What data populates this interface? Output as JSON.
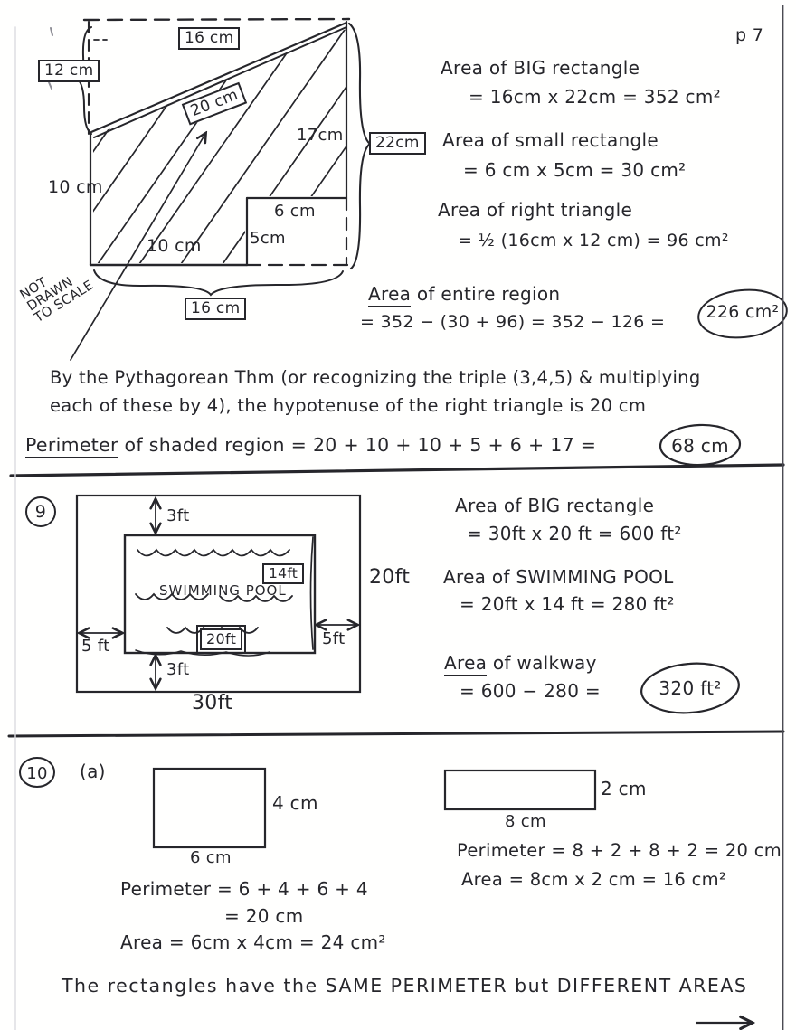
{
  "page_label": "p 7",
  "problem8": {
    "diagram": {
      "top_width": "16 cm",
      "left_height": "12 cm",
      "hypotenuse": "20 cm",
      "diagonal_17": "17cm",
      "right_height": "22cm",
      "left_lower": "10 cm",
      "notch_top": "6 cm",
      "notch_side": "5cm",
      "bottom_inner": "10 cm",
      "bottom_width": "16 cm",
      "note": "NOT\nDRAWN\nTO SCALE"
    },
    "work": {
      "big_title": "Area of BIG rectangle",
      "big_eq": "=  16cm x 22cm  =  352 cm²",
      "small_title": "Area of small rectangle",
      "small_eq": "=  6 cm x 5cm  =  30 cm²",
      "triangle_title": "Area of right triangle",
      "triangle_eq": "=  ½ (16cm x 12 cm)  =  96 cm²",
      "entire_title_word": "Area",
      "entire_title_rest": " of entire region",
      "entire_eq": "=  352 − (30 + 96)  =  352 − 126  =",
      "entire_result": "226 cm²"
    },
    "pythagorean_line1": "By the Pythagorean Thm (or recognizing the triple (3,4,5) & multiplying",
    "pythagorean_line2": "each of these by 4), the hypotenuse of the right triangle is 20 cm",
    "perimeter_word": "Perimeter",
    "perimeter_rest": " of shaded region  =  20 + 10 + 10 + 5 + 6 + 17  =",
    "perimeter_result": "68 cm"
  },
  "problem9": {
    "number": "9",
    "diagram": {
      "pool_name": "SWIMMING POOL",
      "pool_width": "20ft",
      "pool_height": "14ft",
      "top_gap": "3ft",
      "bottom_gap": "3ft",
      "left_gap": "5 ft",
      "right_gap": "5ft",
      "outer_width": "30ft",
      "outer_height": "20ft"
    },
    "work": {
      "big_title": "Area of BIG rectangle",
      "big_eq": "=  30ft x 20 ft  =  600 ft²",
      "pool_title": "Area of SWIMMING POOL",
      "pool_eq": "=  20ft x 14 ft  =  280 ft²",
      "walkway_word": "Area",
      "walkway_rest": " of walkway",
      "walkway_eq": "=   600  −  280   =",
      "walkway_result": "320 ft²"
    }
  },
  "problem10": {
    "number": "10",
    "part_label": "(a)",
    "left_rect": {
      "height_label": "4 cm",
      "width_label": "6 cm",
      "perimeter_line1": "Perimeter =  6 + 4 + 6 + 4",
      "perimeter_line2": "=  20 cm",
      "area_line": "Area =  6cm x 4cm = 24 cm²"
    },
    "right_rect": {
      "height_label": "2 cm",
      "width_label": "8 cm",
      "perimeter_line": "Perimeter =  8 + 2 + 8 + 2 = 20 cm",
      "area_line": "Area =  8cm x 2 cm = 16 cm²"
    },
    "conclusion": "The rectangles have the SAME PERIMETER but DIFFERENT AREAS"
  }
}
